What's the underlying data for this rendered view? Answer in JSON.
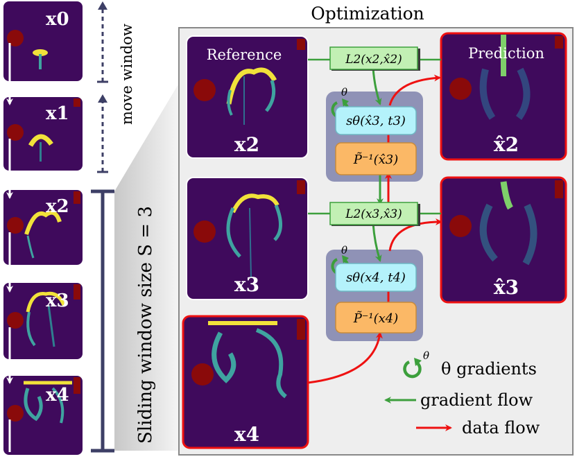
{
  "title": "Optimization",
  "left_column": {
    "labels": [
      "x0",
      "x1",
      "x2",
      "x3",
      "x4"
    ],
    "move_window": "move window",
    "sliding_window": "Sliding window size S = 3"
  },
  "panels": {
    "reference_title": "Reference",
    "prediction_title": "Prediction",
    "x2": "x2",
    "x3": "x3",
    "x4": "x4",
    "xhat2": "x̂2",
    "xhat3": "x̂3"
  },
  "boxes": {
    "loss_top": "L2(x2,x̂2)",
    "loss_mid": "L2(x3,x̂3)",
    "score_top": "sθ(x̂3, t3)",
    "score_bot": "sθ(x4, t4)",
    "inv_top": "P̃⁻¹(x̂3)",
    "inv_bot": "P̃⁻¹(x4)",
    "theta": "θ"
  },
  "legend": {
    "theta_gradients": "θ gradients",
    "gradient_flow": "gradient flow",
    "data_flow": "data flow"
  },
  "colors": {
    "sim_bg": "#3f0a5c",
    "loss_box": "#c2f0b4",
    "score_box": "#b4f2fb",
    "inv_box": "#fbb866",
    "group_bg": "#8f92b6",
    "red": "#ee1111",
    "green": "#3c9f3c",
    "navy": "#3d3f66",
    "opt_bg": "#eeeeee"
  }
}
